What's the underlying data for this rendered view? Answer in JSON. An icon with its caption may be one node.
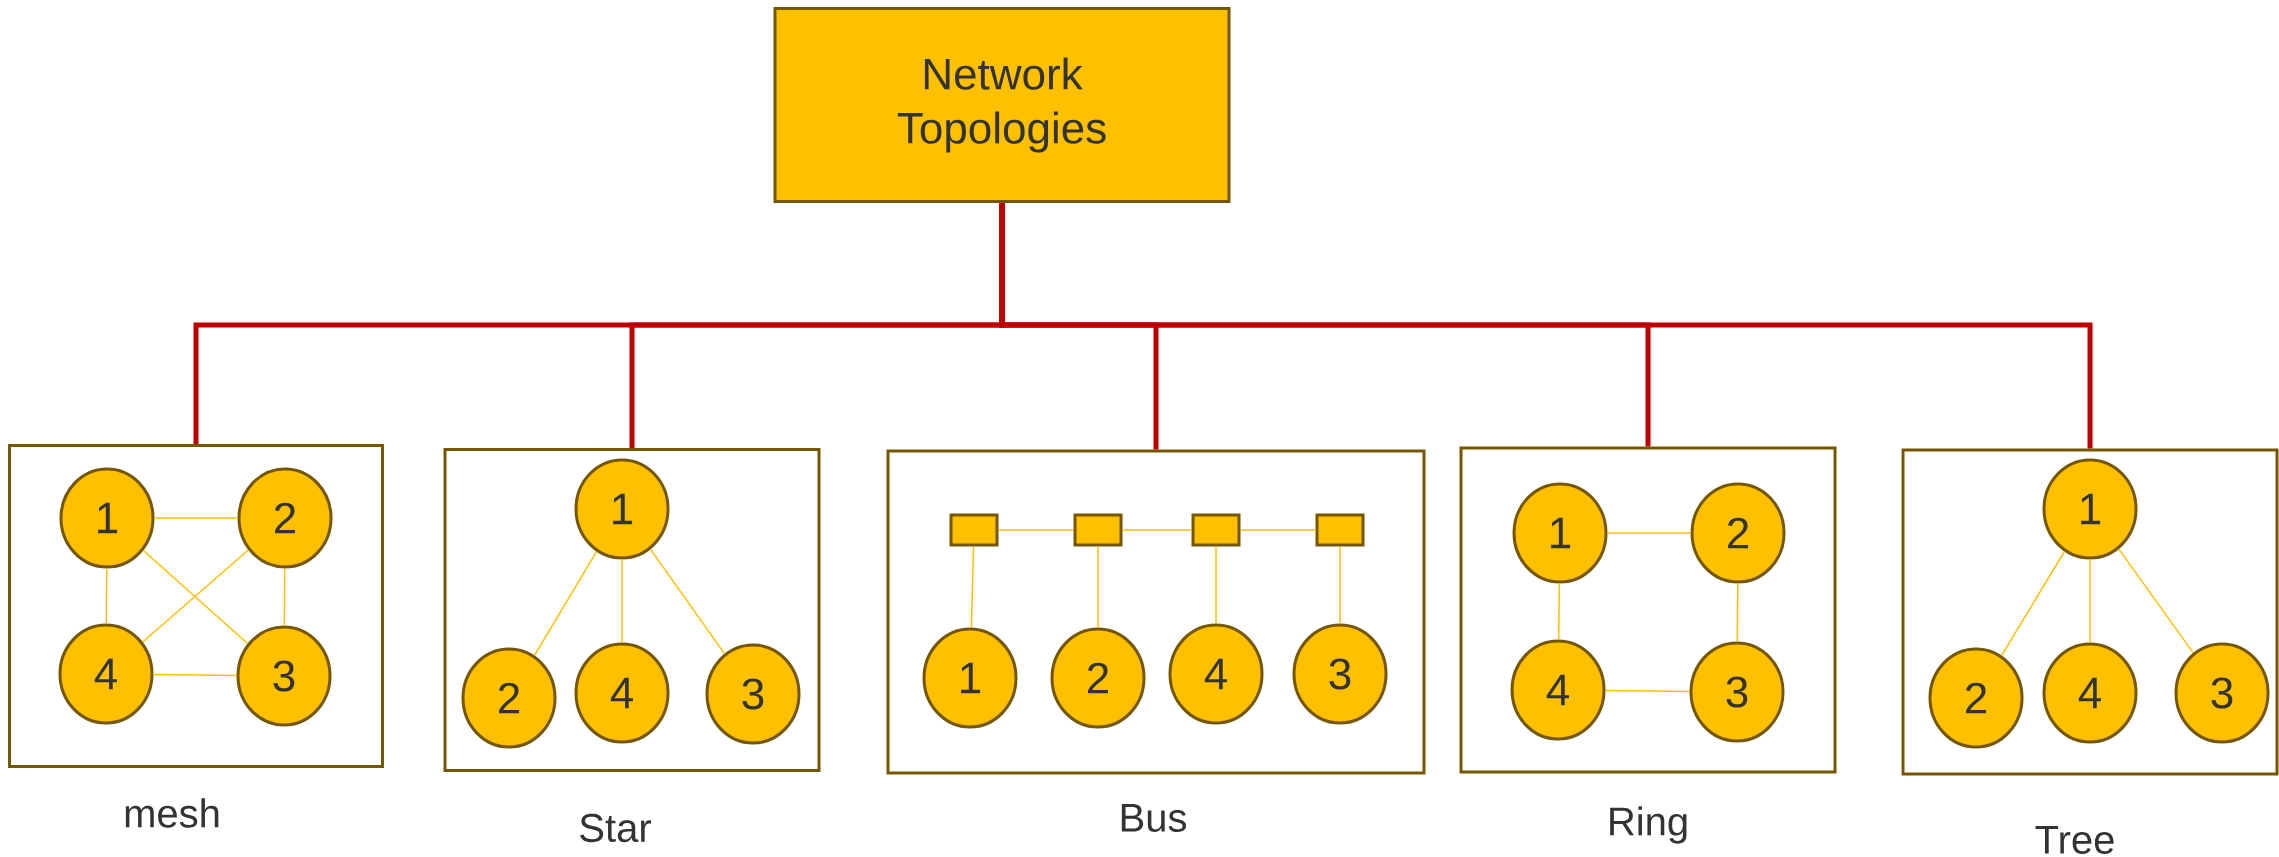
{
  "diagram": {
    "nodes": [
      {
        "text": [
          "Network Topologies"
        ]
      },
      {
        "text": [],
        "shape": "box",
        "beside": [
          "mesh"
        ]
      },
      {
        "text": [
          "1"
        ],
        "in": 1
      },
      {
        "text": [
          "2"
        ],
        "in": 1
      },
      {
        "text": [
          "4"
        ],
        "in": 1
      },
      {
        "text": [
          "3"
        ],
        "in": 1
      },
      {
        "text": [],
        "shape": "box",
        "beside": [
          "Star"
        ]
      },
      {
        "text": [
          "1"
        ],
        "in": 6
      },
      {
        "text": [
          "2"
        ],
        "in": 6
      },
      {
        "text": [
          "4"
        ],
        "in": 6
      },
      {
        "text": [
          "3"
        ],
        "in": 6
      },
      {
        "text": [],
        "shape": "box",
        "beside": [
          "Bus"
        ]
      },
      {
        "text": [],
        "shape": "box",
        "in": 11
      },
      {
        "text": [],
        "shape": "box",
        "in": 11
      },
      {
        "text": [],
        "shape": "box",
        "in": 11
      },
      {
        "text": [],
        "shape": "box",
        "in": 11
      },
      {
        "text": [
          "1"
        ],
        "in": 11
      },
      {
        "text": [
          "2"
        ],
        "in": 11
      },
      {
        "text": [
          "4"
        ],
        "in": 11
      },
      {
        "text": [
          "3"
        ],
        "in": 11
      },
      {
        "text": [],
        "shape": "box",
        "beside": [
          "Ring"
        ]
      },
      {
        "text": [
          "1"
        ],
        "in": 20
      },
      {
        "text": [
          "2"
        ],
        "in": 20
      },
      {
        "text": [
          "4"
        ],
        "in": 20
      },
      {
        "text": [
          "3"
        ],
        "in": 20
      },
      {
        "text": [],
        "shape": "box",
        "beside": [
          "Tree"
        ]
      },
      {
        "text": [
          "1"
        ],
        "in": 25
      },
      {
        "text": [
          "2"
        ],
        "in": 25
      },
      {
        "text": [
          "4"
        ],
        "in": 25
      },
      {
        "text": [
          "3"
        ],
        "in": 25
      }
    ],
    "edges": [
      {
        "from": 0,
        "to": 1,
        "arrow": "none",
        "style": "thick",
        "color": "#c00000"
      },
      {
        "from": 0,
        "to": 6,
        "arrow": "none",
        "style": "thick",
        "color": "#c00000"
      },
      {
        "from": 0,
        "to": 11,
        "arrow": "none",
        "style": "thick",
        "color": "#c00000"
      },
      {
        "from": 0,
        "to": 20,
        "arrow": "none",
        "style": "thick",
        "color": "#c00000"
      },
      {
        "from": 0,
        "to": 25,
        "arrow": "none",
        "style": "thick",
        "color": "#c00000"
      },
      {
        "from": 2,
        "to": 3,
        "arrow": "none"
      },
      {
        "from": 2,
        "to": 4,
        "arrow": "none"
      },
      {
        "from": 2,
        "to": 5,
        "arrow": "none"
      },
      {
        "from": 3,
        "to": 4,
        "arrow": "none"
      },
      {
        "from": 3,
        "to": 5,
        "arrow": "none"
      },
      {
        "from": 4,
        "to": 5,
        "arrow": "none"
      },
      {
        "from": 7,
        "to": 8,
        "arrow": "none"
      },
      {
        "from": 7,
        "to": 9,
        "arrow": "none"
      },
      {
        "from": 7,
        "to": 10,
        "arrow": "none"
      },
      {
        "from": 12,
        "to": 13,
        "arrow": "none"
      },
      {
        "from": 13,
        "to": 14,
        "arrow": "none"
      },
      {
        "from": 14,
        "to": 15,
        "arrow": "none"
      },
      {
        "from": 12,
        "to": 16,
        "arrow": "none"
      },
      {
        "from": 13,
        "to": 17,
        "arrow": "none"
      },
      {
        "from": 14,
        "to": 18,
        "arrow": "none"
      },
      {
        "from": 15,
        "to": 19,
        "arrow": "none"
      },
      {
        "from": 21,
        "to": 22,
        "arrow": "none"
      },
      {
        "from": 21,
        "to": 23,
        "arrow": "none"
      },
      {
        "from": 22,
        "to": 24,
        "arrow": "none"
      },
      {
        "from": 23,
        "to": 24,
        "arrow": "none"
      },
      {
        "from": 26,
        "to": 27,
        "arrow": "none"
      },
      {
        "from": 26,
        "to": 28,
        "arrow": "none"
      },
      {
        "from": 26,
        "to": 29,
        "arrow": "none"
      }
    ]
  }
}
